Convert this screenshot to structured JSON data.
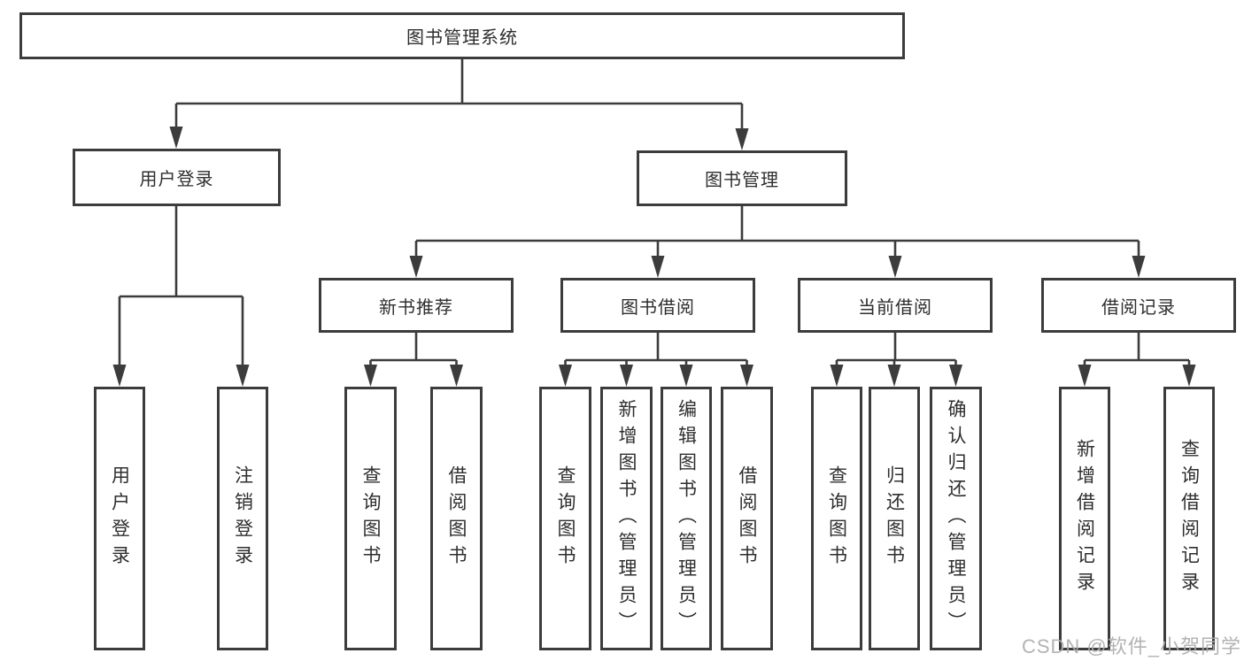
{
  "colors": {
    "line": "#3c3c3c",
    "box_border": "#3c3c3c",
    "box_background": "#ffffff",
    "text": "#2e2e2e",
    "watermark_text": "#acacac",
    "page_background": "#ffffff"
  },
  "tree": {
    "label": "图书管理系统",
    "children": [
      {
        "label": "用户登录",
        "children": [
          {
            "label": "用户登录"
          },
          {
            "label": "注销登录"
          }
        ]
      },
      {
        "label": "图书管理",
        "children": [
          {
            "label": "新书推荐",
            "children": [
              {
                "label": "查询图书"
              },
              {
                "label": "借阅图书"
              }
            ]
          },
          {
            "label": "图书借阅",
            "children": [
              {
                "label": "查询图书"
              },
              {
                "label": "新增图书（管理员）"
              },
              {
                "label": "编辑图书（管理员）"
              },
              {
                "label": "借阅图书"
              }
            ]
          },
          {
            "label": "当前借阅",
            "children": [
              {
                "label": "查询图书"
              },
              {
                "label": "归还图书"
              },
              {
                "label": "确认归还（管理员）"
              }
            ]
          },
          {
            "label": "借阅记录",
            "children": [
              {
                "label": "新增借阅记录"
              },
              {
                "label": "查询借阅记录"
              }
            ]
          }
        ]
      }
    ]
  },
  "watermark": {
    "text": "CSDN @软件_小贺同学"
  }
}
